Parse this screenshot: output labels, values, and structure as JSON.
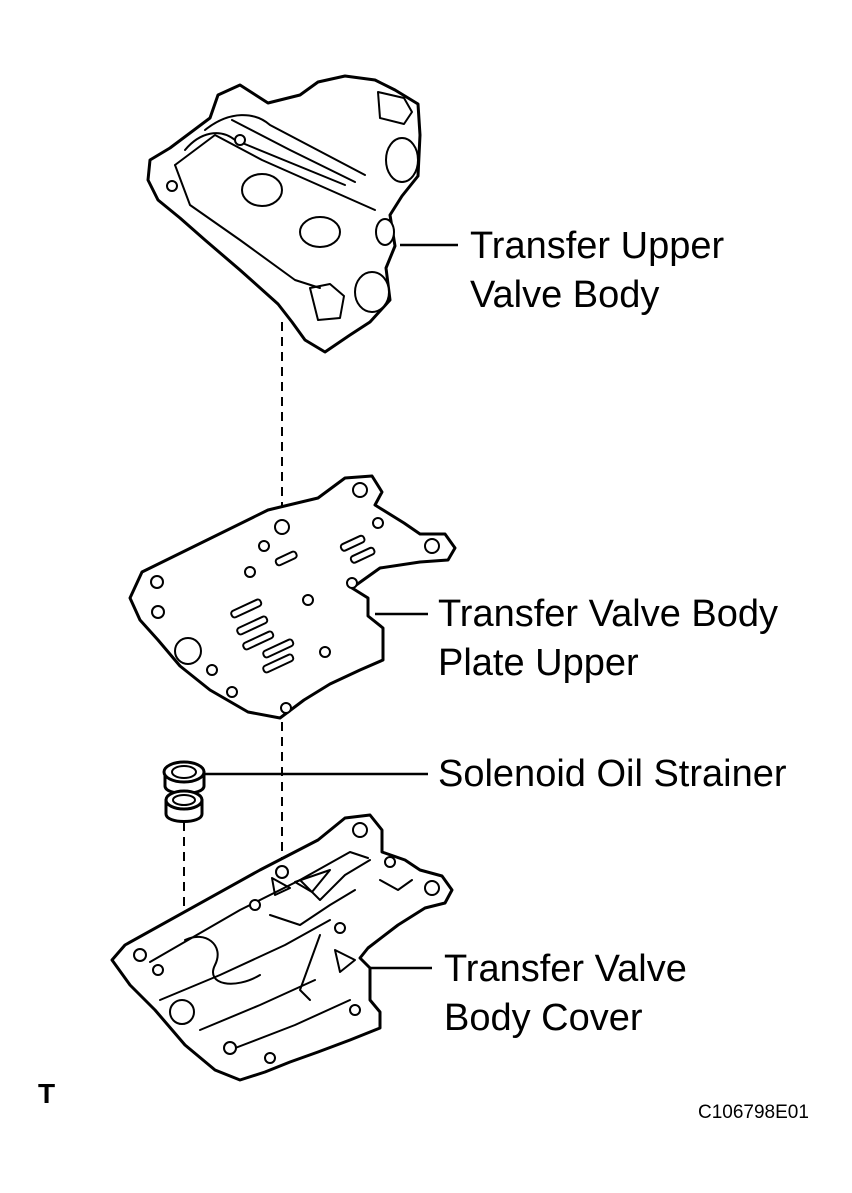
{
  "labels": {
    "upper_valve_body": [
      "Transfer Upper",
      "Valve Body"
    ],
    "plate_upper": [
      "Transfer Valve Body",
      "Plate Upper"
    ],
    "strainer": [
      "Solenoid Oil Strainer"
    ],
    "cover": [
      "Transfer Valve",
      "Body Cover"
    ]
  },
  "section_tag": "T",
  "figure_code": "C106798E01"
}
